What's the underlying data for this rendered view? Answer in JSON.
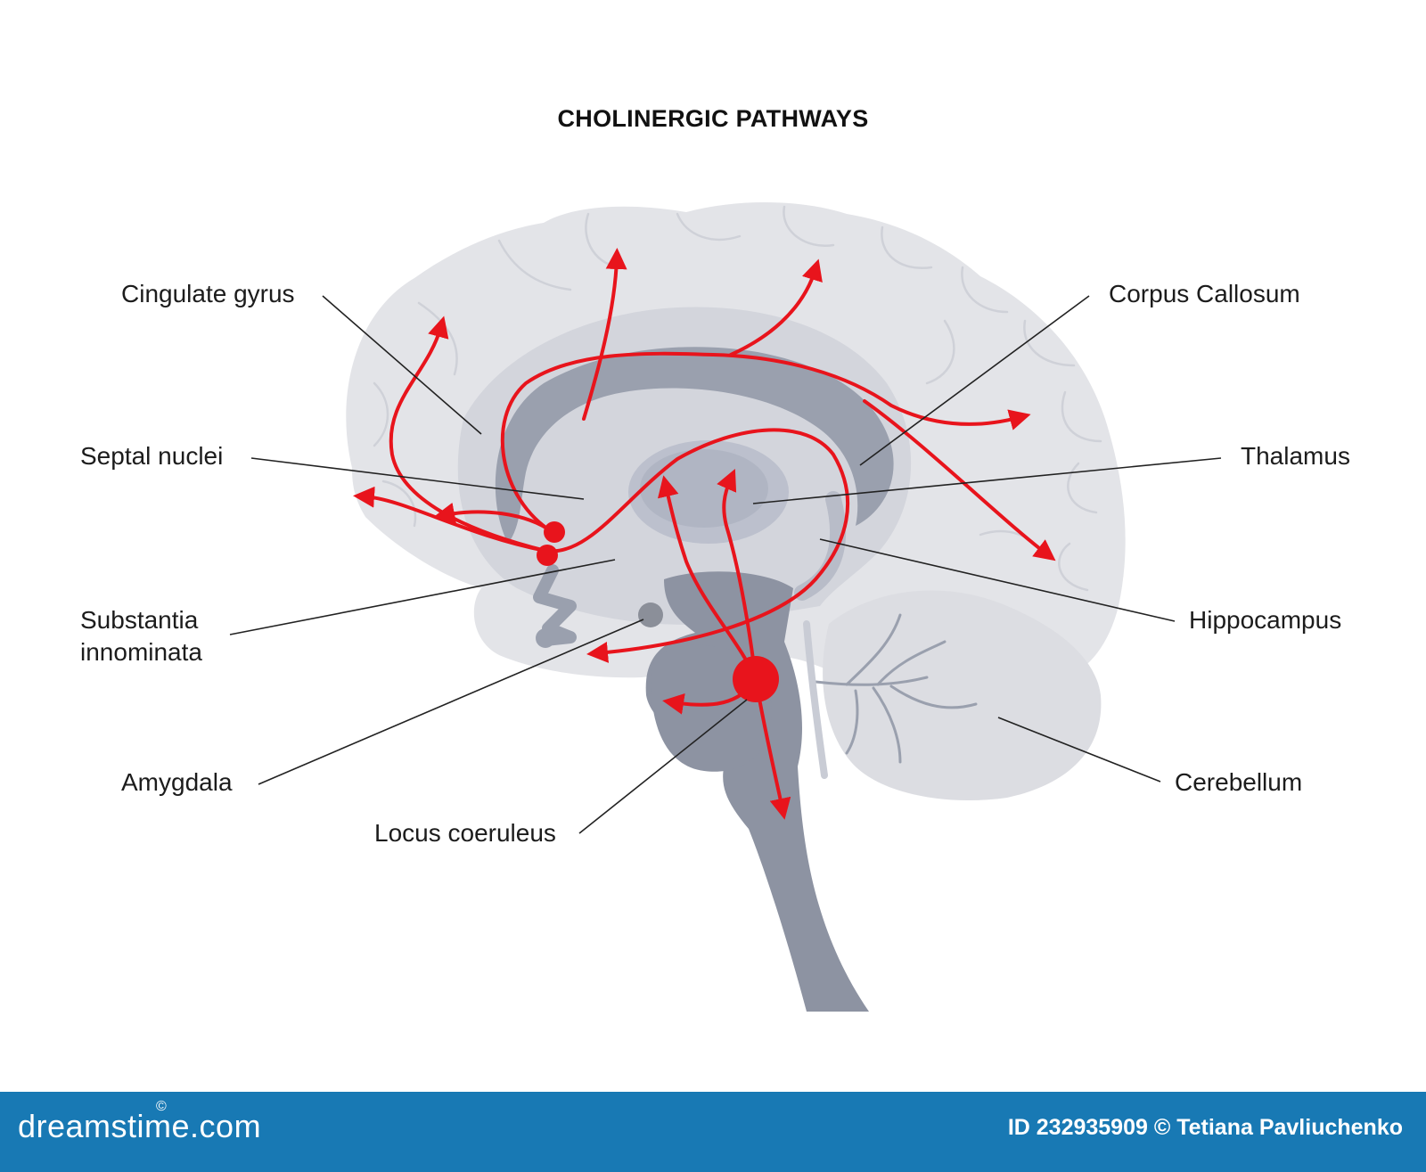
{
  "title": "CHOLINERGIC PATHWAYS",
  "labels": {
    "cingulate_gyrus": "Cingulate gyrus",
    "septal_nuclei": "Septal nuclei",
    "substantia_innominata_1": "Substantia",
    "substantia_innominata_2": "innominata",
    "amygdala": "Amygdala",
    "locus_coeruleus": "Locus coeruleus",
    "corpus_callosum": "Corpus Callosum",
    "thalamus": "Thalamus",
    "hippocampus": "Hippocampus",
    "cerebellum": "Cerebellum"
  },
  "footer": {
    "brand": "dreamstime.com",
    "brand_mark": "©",
    "credit": "ID 232935909 © Tetiana Pavliuchenko"
  },
  "colors": {
    "pathway": "#e8141c",
    "cortex": "#e3e4e8",
    "cortex_inner": "#d5d7de",
    "corpus_callosum": "#9aa0ae",
    "brainstem": "#8d93a2",
    "thalamus": "#bcc0cd",
    "cerebellum": "#dcdde2",
    "footer": "#1879b4"
  }
}
